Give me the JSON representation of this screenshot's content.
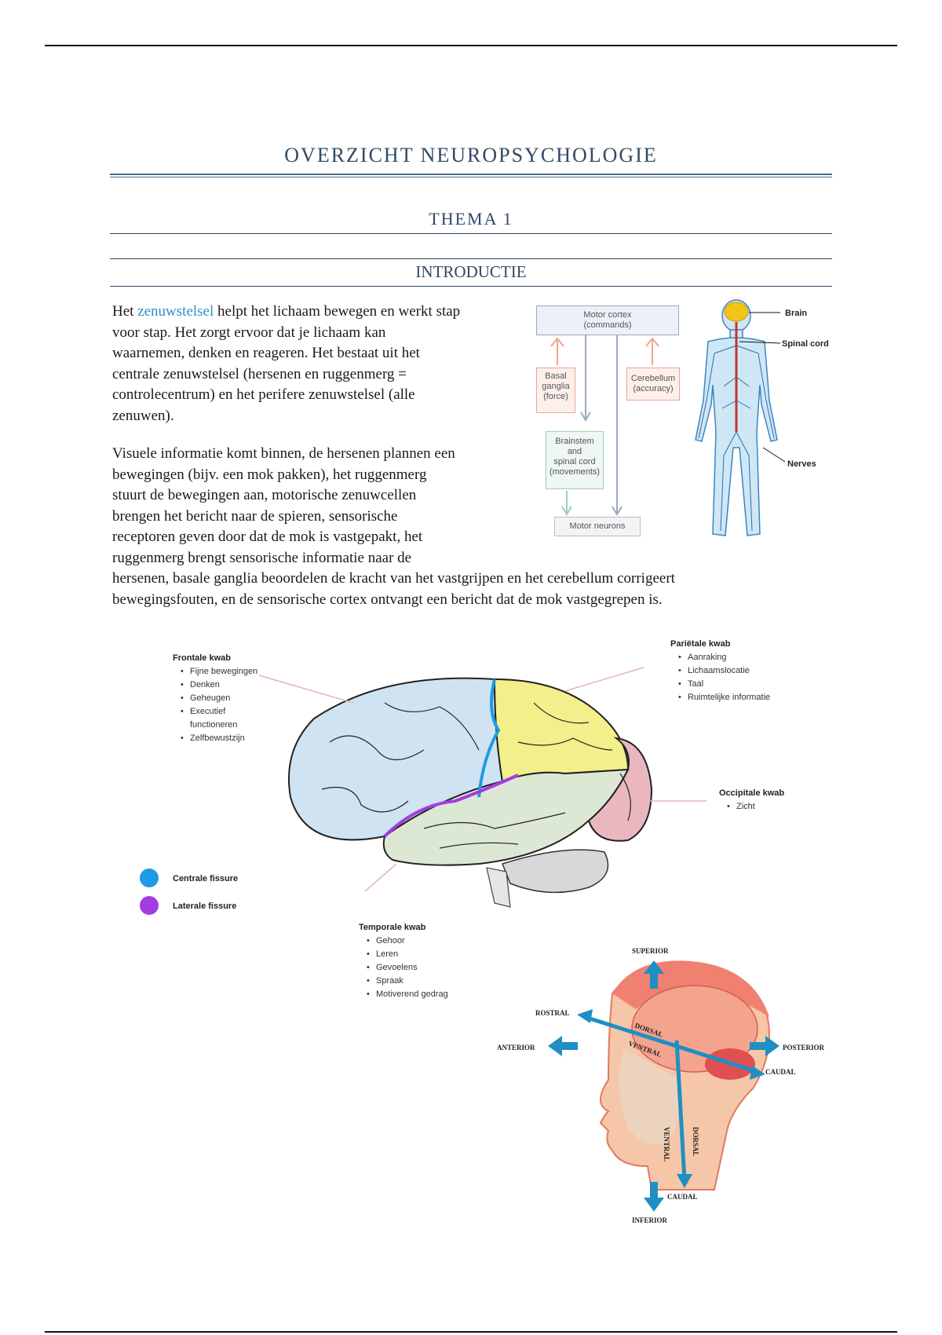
{
  "document": {
    "title": "OVERZICHT NEUROPSYCHOLOGIE",
    "theme": "THEMA 1",
    "section": "INTRODUCTIE",
    "para1_start": "Het ",
    "para1_link": "zenuwstelsel",
    "para1_line1_rest": " helpt het lichaam bewegen en werkt stap",
    "para1_lines": [
      "voor stap. Het zorgt ervoor dat je lichaam kan",
      "waarnemen, denken en reageren. Het bestaat uit het",
      "centrale zenuwstelsel (hersenen en ruggenmerg =",
      "controlecentrum) en het perifere zenuwstelsel (alle",
      "zenuwen)."
    ],
    "para2_lines": [
      "Visuele informatie komt binnen, de hersenen plannen een",
      "bewegingen (bijv. een mok pakken), het ruggenmerg",
      "stuurt de bewegingen aan, motorische zenuwcellen",
      "brengen het bericht naar de spieren, sensorische",
      "receptoren geven door dat de mok is vastgepakt, het",
      "ruggenmerg brengt sensorische informatie naar de",
      "hersenen, basale ganglia beoordelen de kracht van het vastgrijpen en het cerebellum corrigeert",
      "bewegingsfouten, en de sensorische cortex ontvangt een bericht dat de mok vastgegrepen is."
    ]
  },
  "motor_diagram": {
    "motor_cortex": [
      "Motor cortex",
      "(commands)"
    ],
    "basal_ganglia": [
      "Basal",
      "ganglia",
      "(force)"
    ],
    "cerebellum": [
      "Cerebellum",
      "(accuracy)"
    ],
    "brainstem": [
      "Brainstem",
      "and",
      "spinal cord",
      "(movements)"
    ],
    "motor_neurons": "Motor neurons"
  },
  "body_labels": {
    "brain": "Brain",
    "spinal_cord": "Spinal cord",
    "nerves": "Nerves"
  },
  "brain_lobes": {
    "frontal": {
      "title": "Frontale kwab",
      "items": [
        "Fijne bewegingen",
        "Denken",
        "Geheugen",
        "Executief",
        "functioneren",
        "Zelfbewustzijn"
      ]
    },
    "parietal": {
      "title": "Pariëtale kwab",
      "items": [
        "Aanraking",
        "Lichaamslocatie",
        "Taal",
        "Ruimtelijke informatie"
      ]
    },
    "occipital": {
      "title": "Occipitale kwab",
      "items": [
        "Zicht"
      ]
    },
    "temporal": {
      "title": "Temporale kwab",
      "items": [
        "Gehoor",
        "Leren",
        "Gevoelens",
        "Spraak",
        "Motiverend gedrag"
      ]
    },
    "legend": [
      {
        "label": "Centrale fissure",
        "color": "#1e9be6"
      },
      {
        "label": "Laterale fissure",
        "color": "#a33de0"
      }
    ]
  },
  "directions": {
    "superior": "SUPERIOR",
    "rostral": "ROSTRAL",
    "anterior": "ANTERIOR",
    "posterior": "POSTERIOR",
    "caudal_right": "CAUDAL",
    "dorsal_top": "DORSAL",
    "ventral_top": "VENTRAL",
    "ventral_side": "VENTRAL",
    "dorsal_side": "DORSAL",
    "caudal_bottom": "CAUDAL",
    "inferior": "INFERIOR"
  }
}
